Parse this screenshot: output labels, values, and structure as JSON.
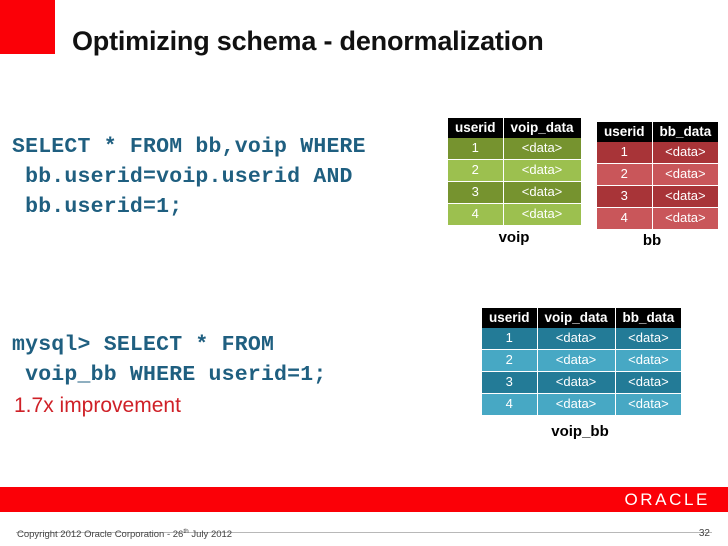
{
  "slide": {
    "title": "Optimizing schema - denormalization",
    "accent_red": "#fb0007",
    "code_color": "#1f5f80",
    "improvement_color": "#cf2027"
  },
  "code": {
    "join_query": "SELECT * FROM bb,voip WHERE\n bb.userid=voip.userid AND\n bb.userid=1;",
    "denorm_query": "mysql> SELECT * FROM\n voip_bb WHERE userid=1;",
    "improvement": "1.7x improvement"
  },
  "tables": [
    {
      "id": "voip",
      "caption": "voip",
      "accent": "#76932f",
      "accent_alt": "#9cc04f",
      "headers": [
        "userid",
        "voip_data"
      ],
      "rows": [
        [
          "1",
          "<data>"
        ],
        [
          "2",
          "<data>"
        ],
        [
          "3",
          "<data>"
        ],
        [
          "4",
          "<data>"
        ]
      ]
    },
    {
      "id": "bb",
      "caption": "bb",
      "accent": "#a83438",
      "accent_alt": "#c9565a",
      "headers": [
        "userid",
        "bb_data"
      ],
      "rows": [
        [
          "1",
          "<data>"
        ],
        [
          "2",
          "<data>"
        ],
        [
          "3",
          "<data>"
        ],
        [
          "4",
          "<data>"
        ]
      ]
    },
    {
      "id": "voip_bb",
      "caption": "voip_bb",
      "accent": "#237b97",
      "accent_alt": "#47a8c4",
      "headers": [
        "userid",
        "voip_data",
        "bb_data"
      ],
      "rows": [
        [
          "1",
          "<data>",
          "<data>"
        ],
        [
          "2",
          "<data>",
          "<data>"
        ],
        [
          "3",
          "<data>",
          "<data>"
        ],
        [
          "4",
          "<data>",
          "<data>"
        ]
      ]
    }
  ],
  "footer": {
    "logo": "ORACLE",
    "copyright_pre": "Copyright 2012 Oracle Corporation  - 26",
    "copyright_sup": "th",
    "copyright_post": " July 2012",
    "page_number": "32"
  }
}
